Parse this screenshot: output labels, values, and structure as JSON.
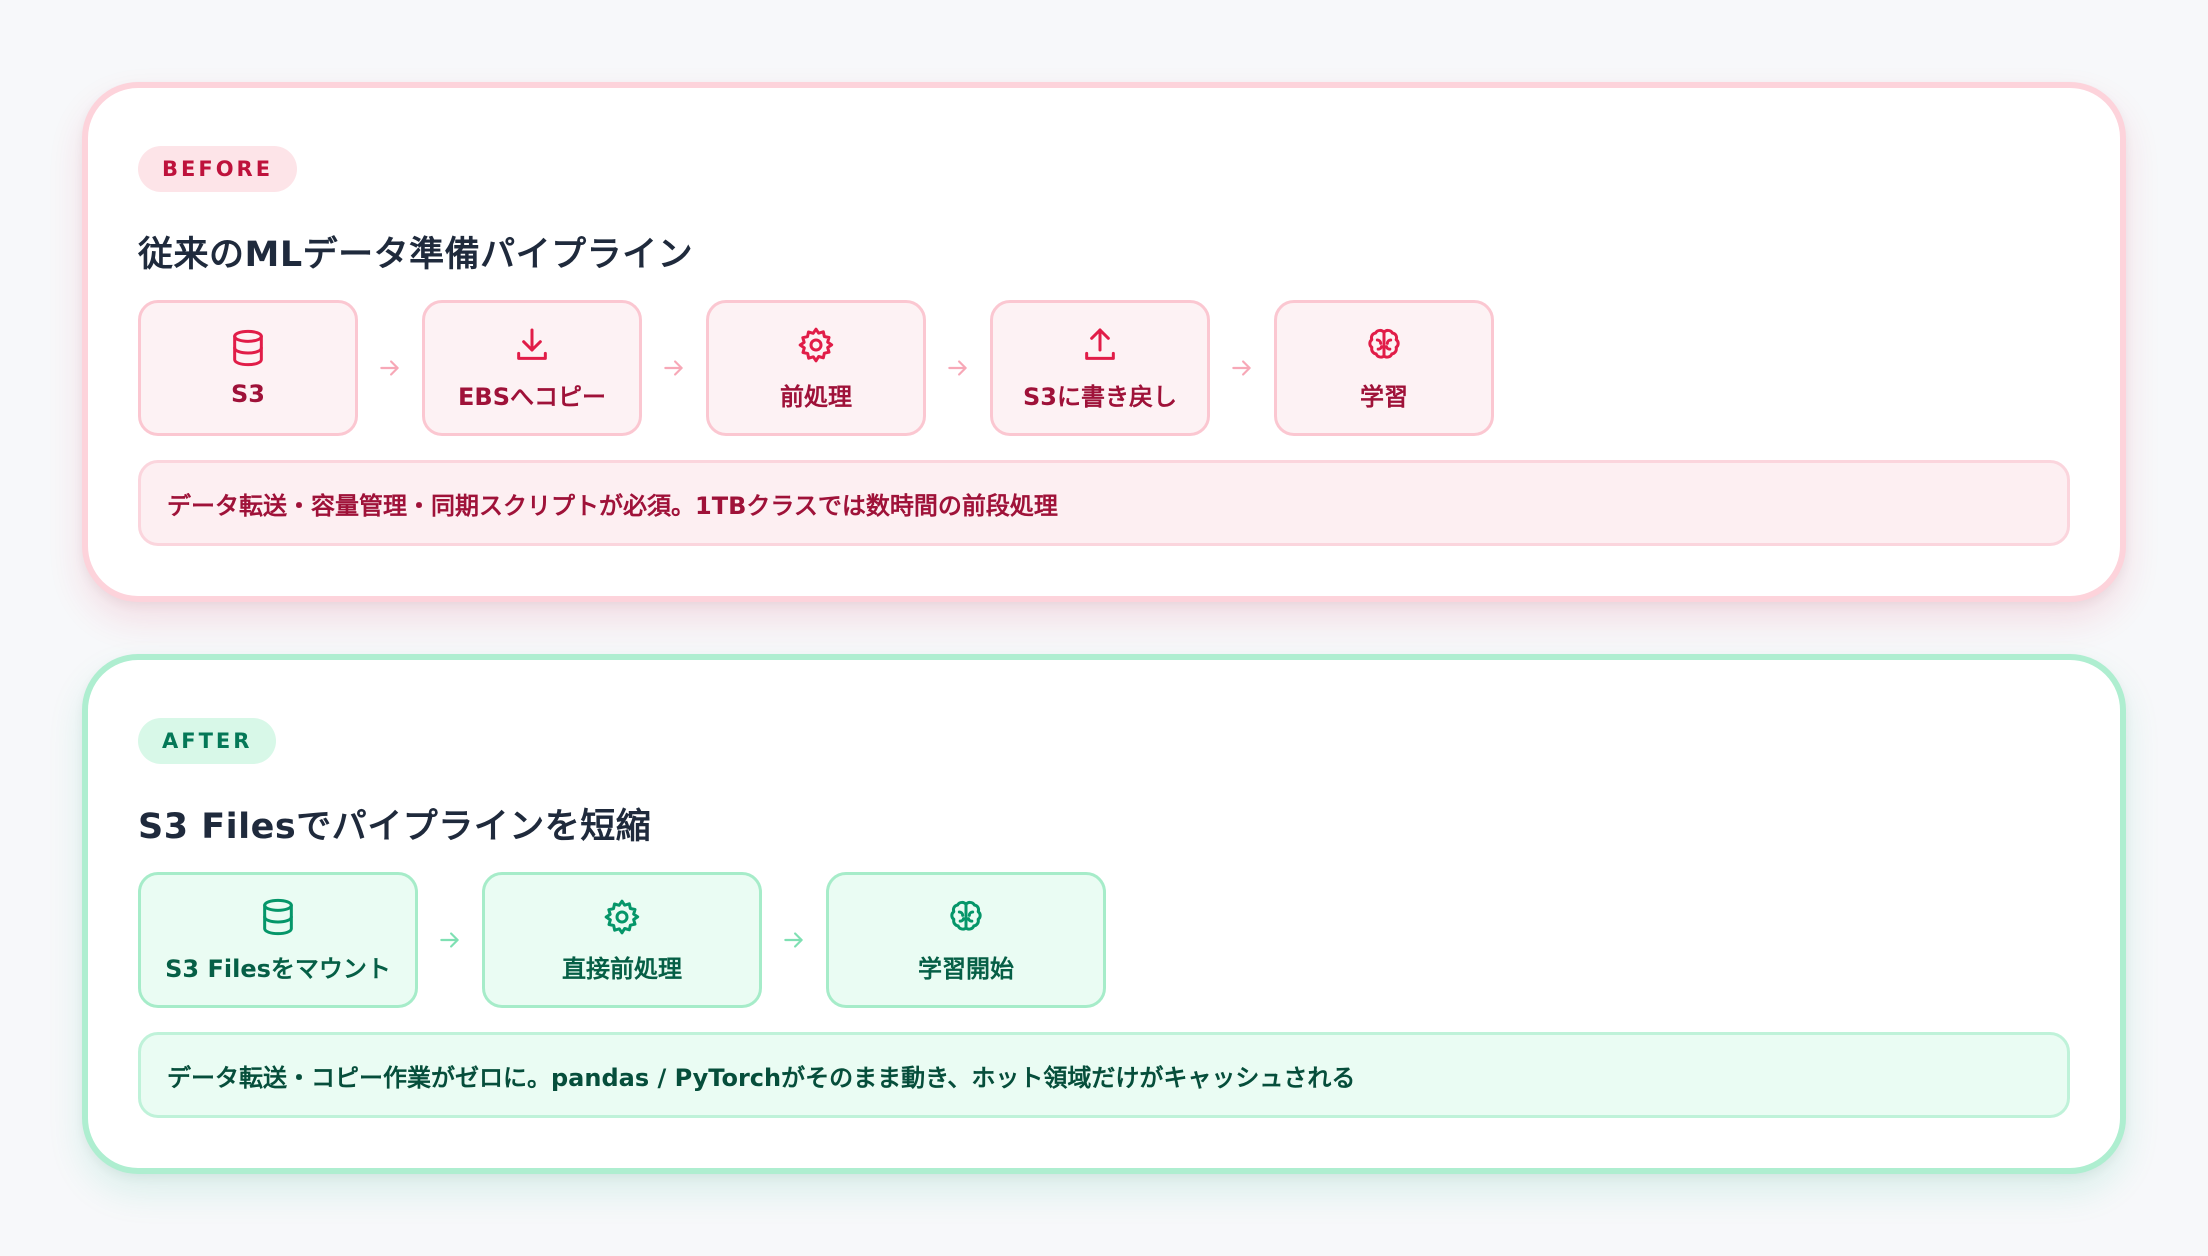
{
  "before": {
    "badge": "BEFORE",
    "title": "従来のMLデータ準備パイプライン",
    "steps": [
      {
        "label": "S3",
        "icon": "database-icon"
      },
      {
        "label": "EBSへコピー",
        "icon": "download-icon"
      },
      {
        "label": "前処理",
        "icon": "gear-icon"
      },
      {
        "label": "S3に書き戻し",
        "icon": "upload-icon"
      },
      {
        "label": "学習",
        "icon": "brain-icon"
      }
    ],
    "note": "データ転送・容量管理・同期スクリプトが必須。1TBクラスでは数時間の前段処理"
  },
  "after": {
    "badge": "AFTER",
    "title": "S3 Filesでパイプラインを短縮",
    "steps": [
      {
        "label": "S3 Filesをマウント",
        "icon": "database-icon"
      },
      {
        "label": "直接前処理",
        "icon": "gear-icon"
      },
      {
        "label": "学習開始",
        "icon": "brain-icon"
      }
    ],
    "note": "データ転送・コピー作業がゼロに。pandas / PyTorchがそのまま動き、ホット領域だけがキャッシュされる"
  },
  "colors": {
    "before_accent": "#e11d48",
    "after_accent": "#059669",
    "before_border": "#fdd3db",
    "after_border": "#aeeed0"
  }
}
